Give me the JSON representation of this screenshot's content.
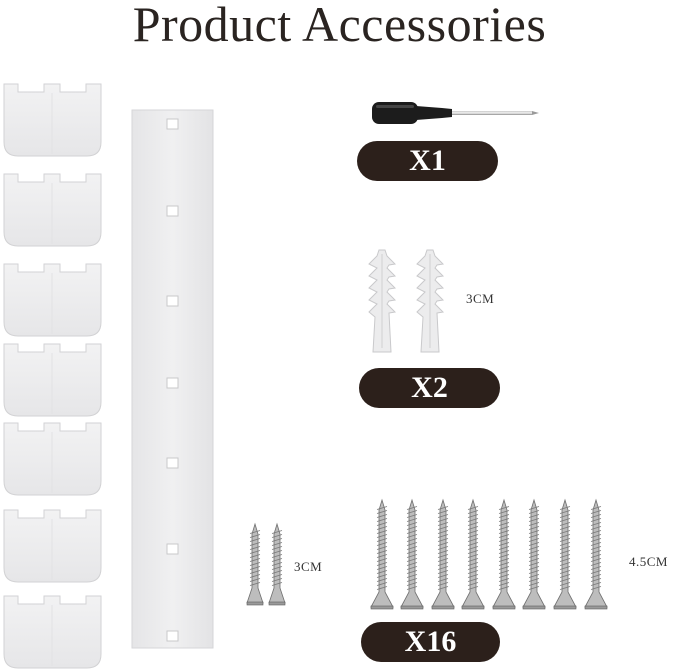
{
  "title": "Product Accessories",
  "accessories": [
    {
      "item": "screwdriver",
      "count_label": "X1"
    },
    {
      "item": "wall-anchor",
      "count_label": "X2",
      "size_label": "3CM"
    },
    {
      "item": "small-screw",
      "size_label": "3CM"
    },
    {
      "item": "long-screw",
      "count_label": "X16",
      "size_label": "4.5CM"
    }
  ],
  "colors": {
    "pill": "#2c201b",
    "title": "#2a2421",
    "clip": "#eeeeef",
    "rail": "#ededee"
  }
}
